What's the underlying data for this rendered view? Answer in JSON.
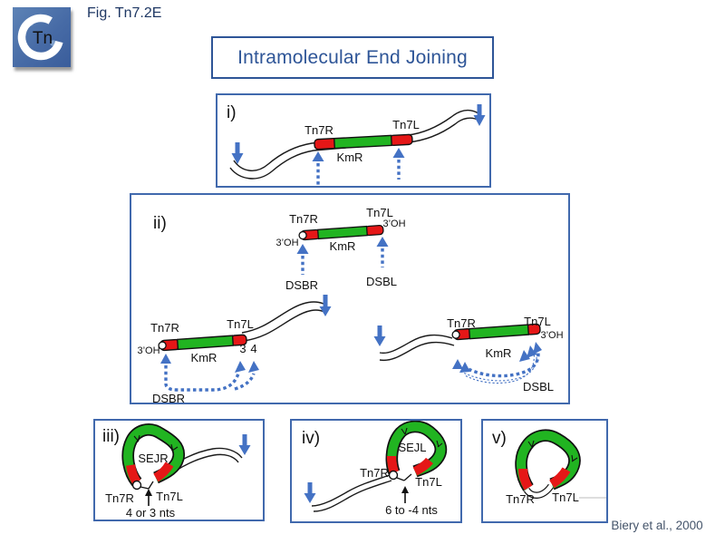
{
  "header": {
    "logo_text": "Tn",
    "fig_label": "Fig. Tn7.2E",
    "title": "Intramolecular End Joining"
  },
  "citation": "Biery et al., 2000",
  "colors": {
    "transposon_green": "#21b421",
    "transposon_end_red": "#e51717",
    "arrow_blue": "#4472c4",
    "panel_border_blue": "#4169ad",
    "title_blue": "#2e5597",
    "fig_label_navy": "#1f3864",
    "citation_slate": "#44546a"
  },
  "panels": {
    "i": {
      "num": "i)",
      "tn7r": "Tn7R",
      "tn7l": "Tn7L",
      "kmr": "KmR"
    },
    "ii": {
      "num": "ii)",
      "excised": {
        "tn7r": "Tn7R",
        "tn7l": "Tn7L",
        "kmr": "KmR",
        "oh_left": "3’OH",
        "oh_right": "3’OH",
        "dsbr": "DSBR",
        "dsbl": "DSBL"
      },
      "sejr_path": {
        "tn7r": "Tn7R",
        "tn7l": "Tn7L",
        "kmr": "KmR",
        "oh": "3’OH",
        "nick3": "3",
        "nick4": "4",
        "dsbr": "DSBR"
      },
      "sejl_path": {
        "tn7r": "Tn7R",
        "tn7l": "Tn7L",
        "kmr": "KmR",
        "oh": "3’OH",
        "dsbl": "DSBL"
      }
    },
    "iii": {
      "num": "iii)",
      "loop_label": "SEJR",
      "tn7r": "Tn7R",
      "tn7l": "Tn7L",
      "nts": "4 or 3 nts"
    },
    "iv": {
      "num": "iv)",
      "loop_label": "SEJL",
      "tn7r": "Tn7R",
      "tn7l": "Tn7L",
      "nts": "6 to -4 nts"
    },
    "v": {
      "num": "v)",
      "tn7r": "Tn7R",
      "tn7l": "Tn7L"
    }
  }
}
